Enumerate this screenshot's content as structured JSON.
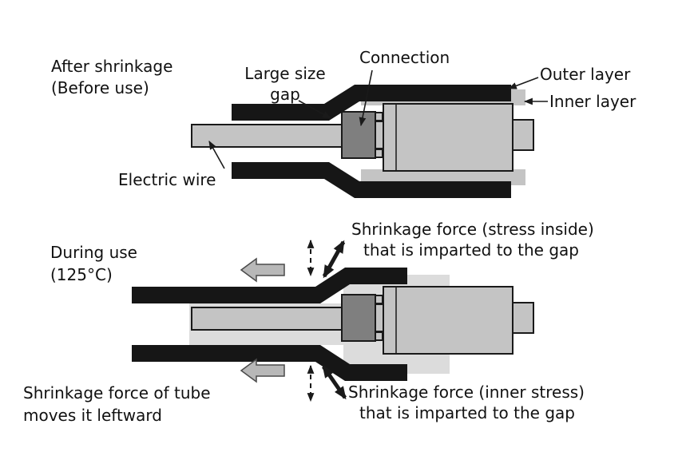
{
  "colors": {
    "background": "#ffffff",
    "tube_black": "#161616",
    "part_gray": "#c4c4c4",
    "connection_gray": "#7f7f7f",
    "ghost_gray": "#dcdcdc",
    "block_arrow_gray": "#b8b8b8",
    "outline_black": "#1a1a1a"
  },
  "top": {
    "title_line1": "After shrinkage",
    "title_line2": "(Before use)",
    "gap_label_line1": "Large size",
    "gap_label_line2": "gap",
    "connection_label": "Connection",
    "outer_layer_label": "Outer layer",
    "inner_layer_label": "Inner layer",
    "electric_wire_label": "Electric wire"
  },
  "bottom": {
    "title_line1": "During use",
    "title_line2": "(125°C)",
    "force_top_line1": "Shrinkage force (stress inside)",
    "force_top_line2": "that is imparted to the gap",
    "force_bottom_line1": "Shrinkage force (inner stress)",
    "force_bottom_line2": "that is imparted to the gap",
    "caption_line1": "Shrinkage force of tube",
    "caption_line2": "moves it leftward"
  }
}
